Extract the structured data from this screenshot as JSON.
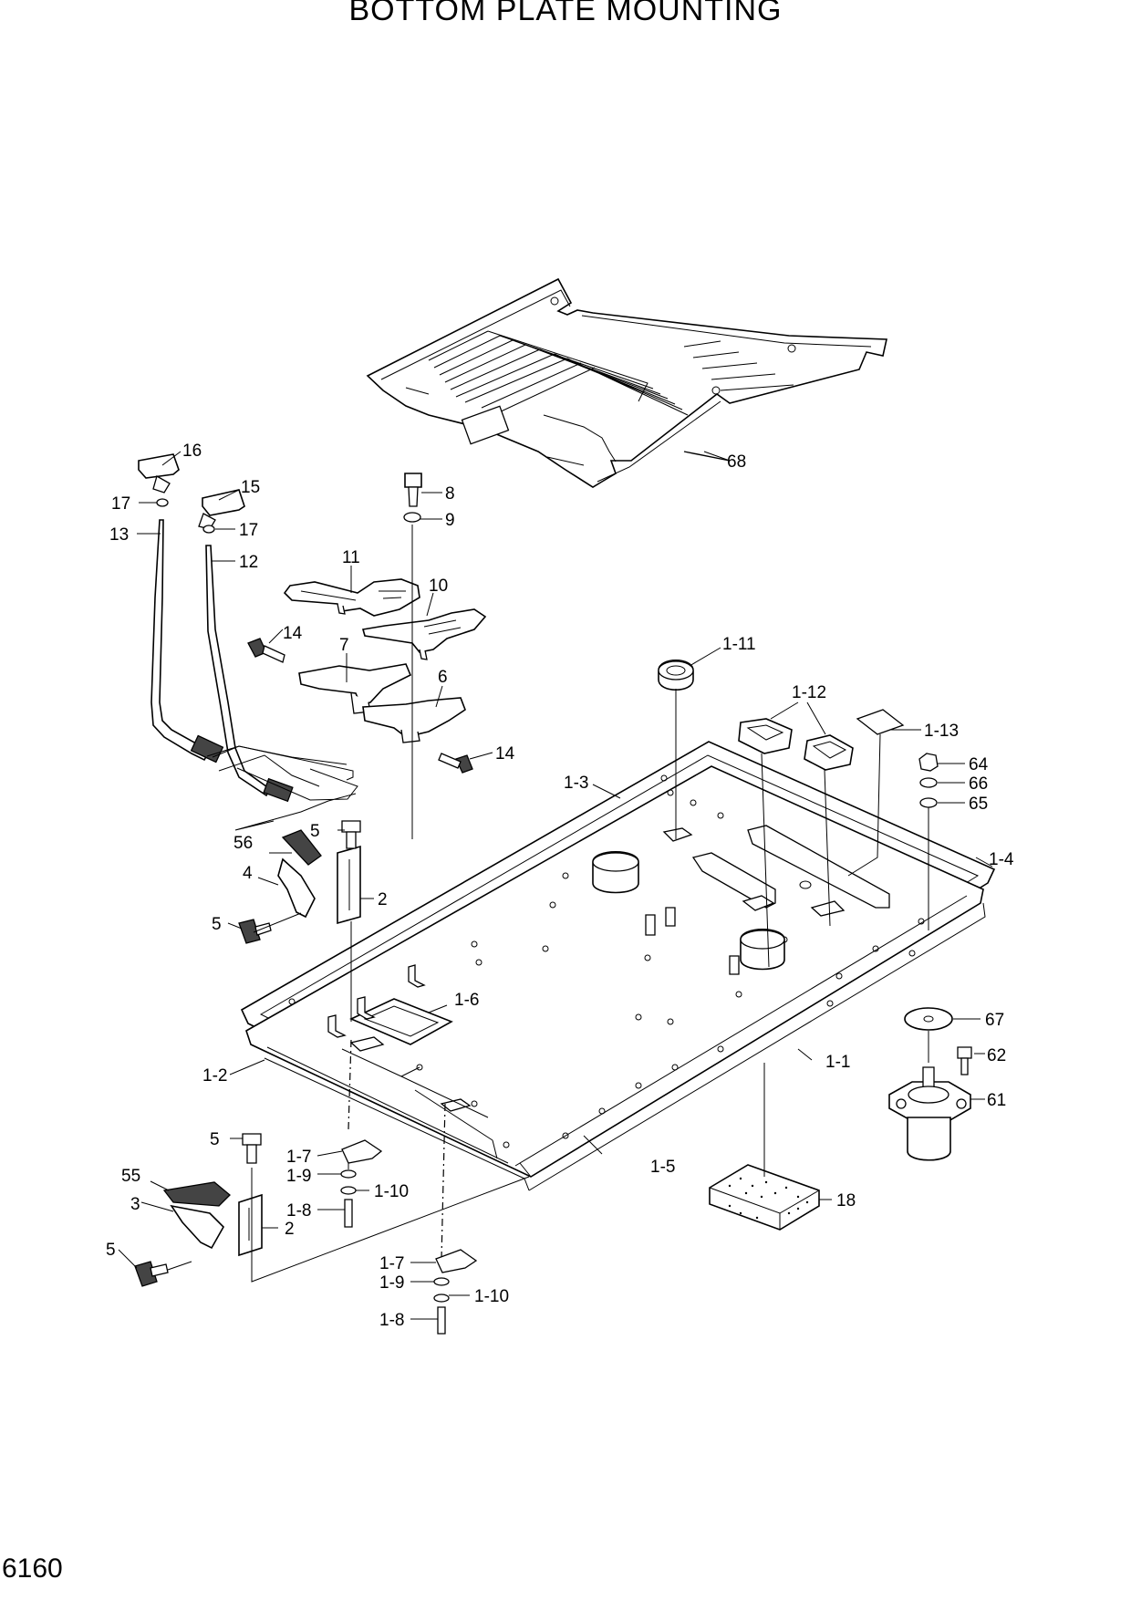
{
  "title": "BOTTOM PLATE MOUNTING",
  "page_number": "6160",
  "callouts": {
    "c68": "68",
    "c16": "16",
    "c15": "15",
    "c17a": "17",
    "c17b": "17",
    "c13": "13",
    "c12": "12",
    "c8": "8",
    "c9": "9",
    "c11": "11",
    "c10": "10",
    "c14a": "14",
    "c7": "7",
    "c6": "6",
    "c14b": "14",
    "c1_11": "1-11",
    "c1_12": "1-12",
    "c1_13": "1-13",
    "c64": "64",
    "c66": "66",
    "c65": "65",
    "c1_3": "1-3",
    "c1_4": "1-4",
    "c5a": "5",
    "c56": "56",
    "c4": "4",
    "c2a": "2",
    "c5b": "5",
    "c1_6": "1-6",
    "c67": "67",
    "c62": "62",
    "c61": "61",
    "c1_1": "1-1",
    "c1_2": "1-2",
    "c5c": "5",
    "c1_7a": "1-7",
    "c1_9a": "1-9",
    "c1_10a": "1-10",
    "c1_8a": "1-8",
    "c1_5": "1-5",
    "c18": "18",
    "c55": "55",
    "c3": "3",
    "c2b": "2",
    "c5d": "5",
    "c1_7b": "1-7",
    "c1_9b": "1-9",
    "c1_10b": "1-10",
    "c1_8b": "1-8"
  }
}
